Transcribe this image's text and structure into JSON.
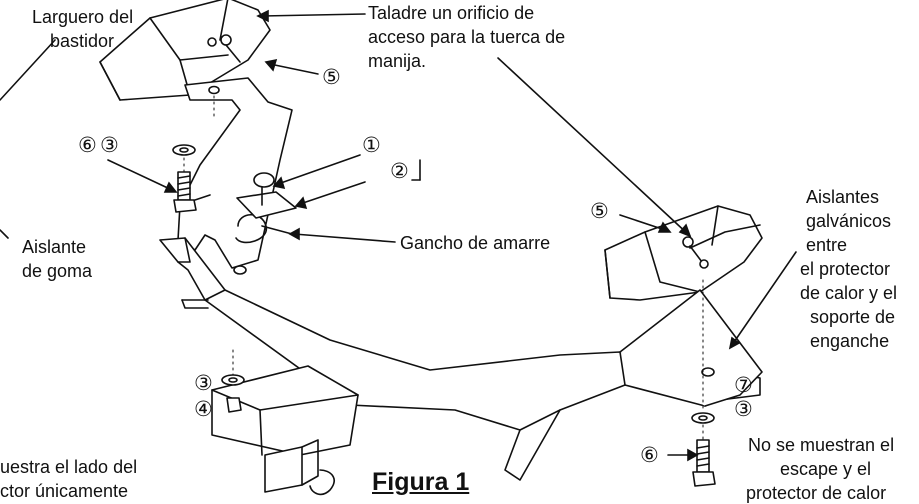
{
  "callouts": {
    "frame_rail": [
      "Larguero del",
      "bastidor"
    ],
    "drill": [
      "Taladre un orificio de",
      "acceso para la tuerca de",
      "manija."
    ],
    "rubber_isolator": [
      "Aislante",
      "de goma"
    ],
    "tie_down": "Gancho de amarre",
    "galvanic": [
      "Aislantes",
      "galvánicos",
      "entre",
      "el protector",
      "de calor y el",
      "soporte de",
      "enganche"
    ],
    "left_side_note": [
      "uestra el lado del",
      "ctor únicamente"
    ],
    "not_shown": [
      "No se muestran el",
      "escape y el",
      "protector de calor"
    ]
  },
  "part_numbers": {
    "n1": "①",
    "n2": "②",
    "n3a": "③",
    "n3b": "③",
    "n3c": "③",
    "n4": "④",
    "n5a": "⑤",
    "n5b": "⑤",
    "n6a": "⑥",
    "n6b": "⑥",
    "n7": "⑦"
  },
  "figure_caption": "Figura 1"
}
